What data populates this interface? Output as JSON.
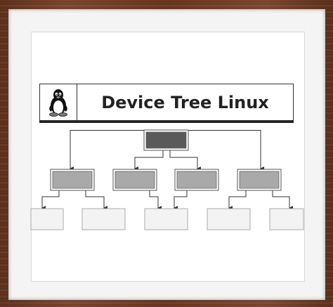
{
  "title": "Device Tree Linux",
  "logo_icon": "tux-penguin-icon",
  "colors": {
    "root_fill": "#5a5a5a",
    "mid_fill": "#a9a9a9",
    "leaf_fill": "#f3f3f3",
    "line": "#333333"
  },
  "tree": {
    "root": {
      "children": 4
    },
    "mid_nodes": [
      {
        "children": 2
      },
      {
        "children": 1
      },
      {
        "children": 1
      },
      {
        "children": 2
      }
    ],
    "leaf_count": 5
  }
}
